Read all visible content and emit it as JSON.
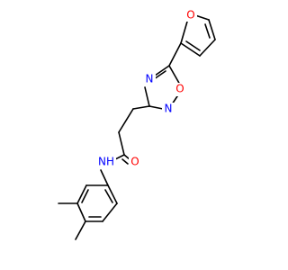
{
  "molecule": {
    "atoms": [
      {
        "id": "o_furan",
        "label": "O",
        "color": "#ff0000"
      },
      {
        "id": "n_ox_top",
        "label": "N",
        "color": "#0000ff"
      },
      {
        "id": "o_ox",
        "label": "O",
        "color": "#ff0000"
      },
      {
        "id": "n_ox_bot",
        "label": "N",
        "color": "#0000ff"
      },
      {
        "id": "o_amide",
        "label": "O",
        "color": "#ff0000"
      },
      {
        "id": "nh_amide",
        "label": "NH",
        "color": "#0000ff"
      }
    ]
  }
}
